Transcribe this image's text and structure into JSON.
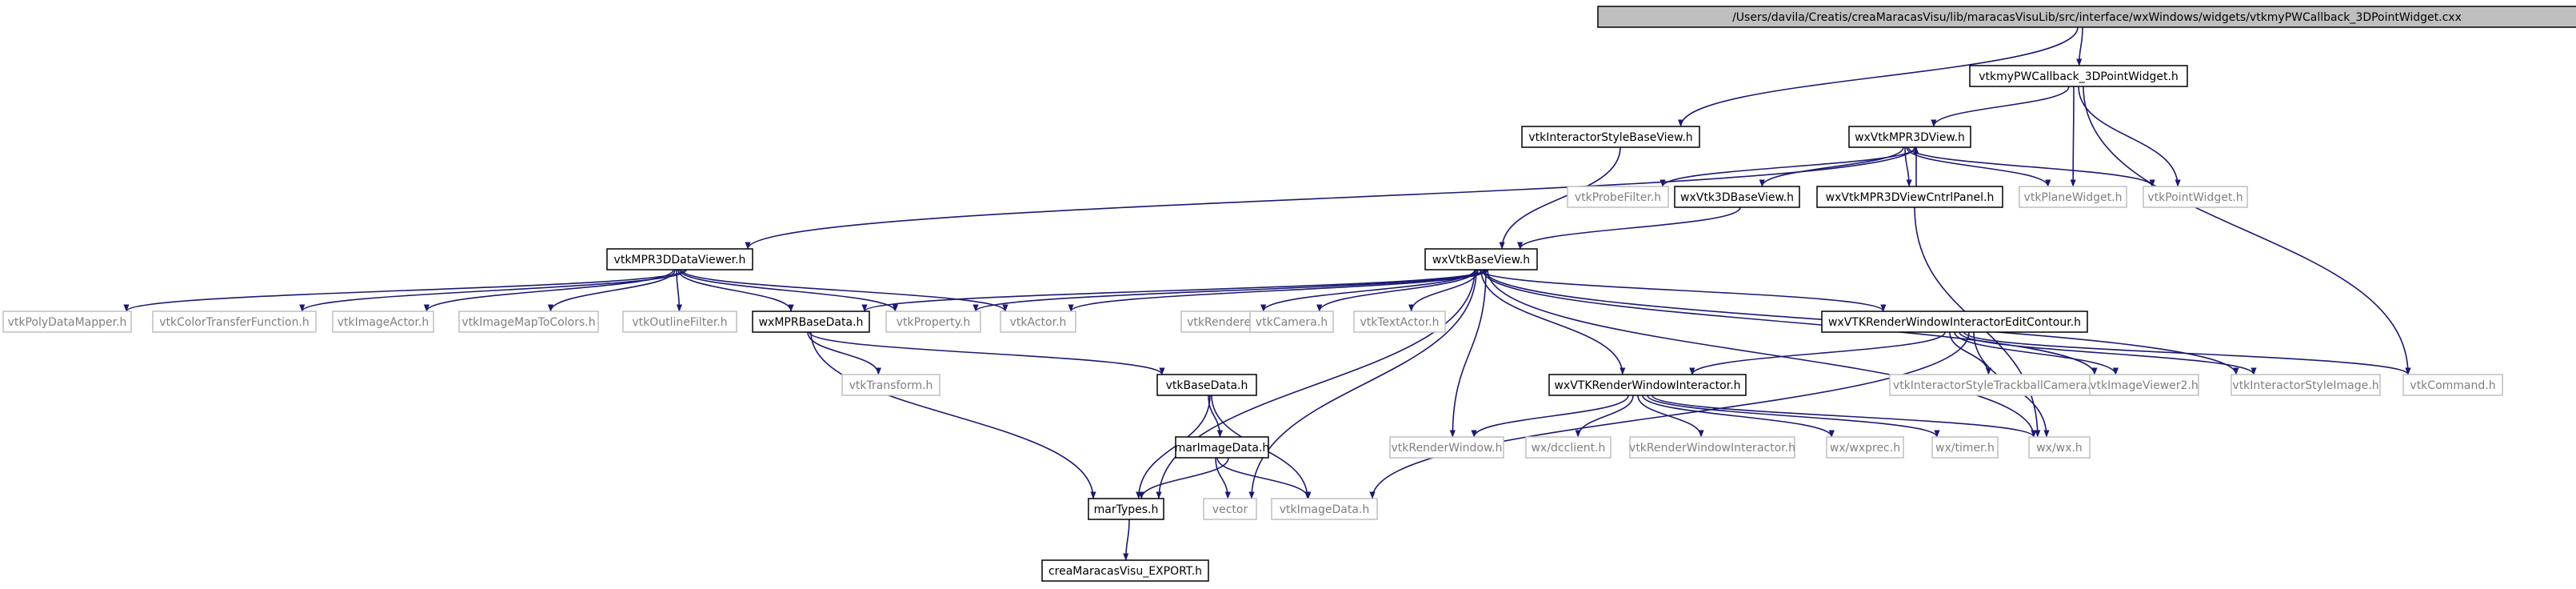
{
  "colors": {
    "edge": "#191970",
    "root_fill": "#bfbfbf",
    "doc_border": "#000000",
    "ext_border": "#bfbfbf",
    "ext_text": "#7f7f7f"
  },
  "nodes": [
    {
      "id": "root",
      "label": "/Users/davila/Creatis/creaMaracasVisu/lib/maracasVisuLib/src/interface/wxWindows/widgets/vtkmyPWCallback_3DPointWidget.cxx",
      "kind": "root"
    },
    {
      "id": "n_cb_h",
      "label": "vtkmyPWCallback_3DPointWidget.h",
      "kind": "doc"
    },
    {
      "id": "n_isbv",
      "label": "vtkInteractorStyleBaseView.h",
      "kind": "doc"
    },
    {
      "id": "n_mpr3dview",
      "label": "wxVtkMPR3DView.h",
      "kind": "doc"
    },
    {
      "id": "n_probe",
      "label": "vtkProbeFilter.h",
      "kind": "ext"
    },
    {
      "id": "n_wx3dbase",
      "label": "wxVtk3DBaseView.h",
      "kind": "doc"
    },
    {
      "id": "n_cntrl",
      "label": "wxVtkMPR3DViewCntrlPanel.h",
      "kind": "doc"
    },
    {
      "id": "n_plane",
      "label": "vtkPlaneWidget.h",
      "kind": "ext"
    },
    {
      "id": "n_pointw",
      "label": "vtkPointWidget.h",
      "kind": "ext"
    },
    {
      "id": "n_dataviewer",
      "label": "vtkMPR3DDataViewer.h",
      "kind": "doc"
    },
    {
      "id": "n_wxbase",
      "label": "wxVtkBaseView.h",
      "kind": "doc"
    },
    {
      "id": "n_polymap",
      "label": "vtkPolyDataMapper.h",
      "kind": "ext"
    },
    {
      "id": "n_ctf",
      "label": "vtkColorTransferFunction.h",
      "kind": "ext"
    },
    {
      "id": "n_imgactor",
      "label": "vtkImageActor.h",
      "kind": "ext"
    },
    {
      "id": "n_imgmap",
      "label": "vtkImageMapToColors.h",
      "kind": "ext"
    },
    {
      "id": "n_outline",
      "label": "vtkOutlineFilter.h",
      "kind": "ext"
    },
    {
      "id": "n_mprbase",
      "label": "wxMPRBaseData.h",
      "kind": "doc"
    },
    {
      "id": "n_prop",
      "label": "vtkProperty.h",
      "kind": "ext"
    },
    {
      "id": "n_actor",
      "label": "vtkActor.h",
      "kind": "ext"
    },
    {
      "id": "n_renderer",
      "label": "vtkRenderer.h",
      "kind": "ext"
    },
    {
      "id": "n_camera",
      "label": "vtkCamera.h",
      "kind": "ext"
    },
    {
      "id": "n_textactor",
      "label": "vtkTextActor.h",
      "kind": "ext"
    },
    {
      "id": "n_rwiec",
      "label": "wxVTKRenderWindowInteractorEditContour.h",
      "kind": "doc"
    },
    {
      "id": "n_transform",
      "label": "vtkTransform.h",
      "kind": "ext"
    },
    {
      "id": "n_basedata",
      "label": "vtkBaseData.h",
      "kind": "doc"
    },
    {
      "id": "n_rwi",
      "label": "wxVTKRenderWindowInteractor.h",
      "kind": "doc"
    },
    {
      "id": "n_istrack",
      "label": "vtkInteractorStyleTrackballCamera.h",
      "kind": "ext"
    },
    {
      "id": "n_imgviewer2",
      "label": "vtkImageViewer2.h",
      "kind": "ext"
    },
    {
      "id": "n_isimage",
      "label": "vtkInteractorStyleImage.h",
      "kind": "ext"
    },
    {
      "id": "n_command",
      "label": "vtkCommand.h",
      "kind": "ext"
    },
    {
      "id": "n_marimg",
      "label": "marImageData.h",
      "kind": "doc"
    },
    {
      "id": "n_renwin",
      "label": "vtkRenderWindow.h",
      "kind": "ext"
    },
    {
      "id": "n_dcclient",
      "label": "wx/dcclient.h",
      "kind": "ext"
    },
    {
      "id": "n_vtkrwi",
      "label": "vtkRenderWindowInteractor.h",
      "kind": "ext"
    },
    {
      "id": "n_wxprec",
      "label": "wx/wxprec.h",
      "kind": "ext"
    },
    {
      "id": "n_timer",
      "label": "wx/timer.h",
      "kind": "ext"
    },
    {
      "id": "n_wxwx",
      "label": "wx/wx.h",
      "kind": "ext"
    },
    {
      "id": "n_martypes",
      "label": "marTypes.h",
      "kind": "doc"
    },
    {
      "id": "n_vector",
      "label": "vector",
      "kind": "ext"
    },
    {
      "id": "n_imgdata",
      "label": "vtkImageData.h",
      "kind": "ext"
    },
    {
      "id": "n_export",
      "label": "creaMaracasVisu_EXPORT.h",
      "kind": "doc"
    }
  ],
  "edges": [
    [
      "root",
      "n_isbv"
    ],
    [
      "root",
      "n_cb_h"
    ],
    [
      "n_cb_h",
      "n_mpr3dview"
    ],
    [
      "n_cb_h",
      "n_plane"
    ],
    [
      "n_cb_h",
      "n_pointw"
    ],
    [
      "n_cb_h",
      "n_command"
    ],
    [
      "n_isbv",
      "n_wxbase"
    ],
    [
      "n_mpr3dview",
      "n_dataviewer"
    ],
    [
      "n_mpr3dview",
      "n_probe"
    ],
    [
      "n_mpr3dview",
      "n_wx3dbase"
    ],
    [
      "n_mpr3dview",
      "n_cntrl"
    ],
    [
      "n_mpr3dview",
      "n_plane"
    ],
    [
      "n_mpr3dview",
      "n_pointw"
    ],
    [
      "n_cntrl",
      "n_mpr3dview"
    ],
    [
      "n_cntrl",
      "n_wxwx"
    ],
    [
      "n_wx3dbase",
      "n_wxbase"
    ],
    [
      "n_dataviewer",
      "n_polymap"
    ],
    [
      "n_dataviewer",
      "n_ctf"
    ],
    [
      "n_dataviewer",
      "n_imgactor"
    ],
    [
      "n_dataviewer",
      "n_imgmap"
    ],
    [
      "n_dataviewer",
      "n_outline"
    ],
    [
      "n_dataviewer",
      "n_mprbase"
    ],
    [
      "n_dataviewer",
      "n_prop"
    ],
    [
      "n_dataviewer",
      "n_actor"
    ],
    [
      "n_wxbase",
      "n_mprbase"
    ],
    [
      "n_wxbase",
      "n_prop"
    ],
    [
      "n_wxbase",
      "n_actor"
    ],
    [
      "n_wxbase",
      "n_renderer"
    ],
    [
      "n_wxbase",
      "n_camera"
    ],
    [
      "n_wxbase",
      "n_textactor"
    ],
    [
      "n_wxbase",
      "n_rwiec"
    ],
    [
      "n_wxbase",
      "n_rwi"
    ],
    [
      "n_wxbase",
      "n_imgviewer2"
    ],
    [
      "n_wxbase",
      "n_isimage"
    ],
    [
      "n_wxbase",
      "n_renwin"
    ],
    [
      "n_wxbase",
      "n_wxwx"
    ],
    [
      "n_wxbase",
      "n_martypes"
    ],
    [
      "n_wxbase",
      "n_vector"
    ],
    [
      "n_mprbase",
      "n_transform"
    ],
    [
      "n_mprbase",
      "n_basedata"
    ],
    [
      "n_mprbase",
      "n_martypes"
    ],
    [
      "n_basedata",
      "n_marimg"
    ],
    [
      "n_basedata",
      "n_martypes"
    ],
    [
      "n_basedata",
      "n_imgdata"
    ],
    [
      "n_marimg",
      "n_martypes"
    ],
    [
      "n_marimg",
      "n_vector"
    ],
    [
      "n_marimg",
      "n_imgdata"
    ],
    [
      "n_rwiec",
      "n_rwi"
    ],
    [
      "n_rwiec",
      "n_istrack"
    ],
    [
      "n_rwiec",
      "n_imgviewer2"
    ],
    [
      "n_rwiec",
      "n_isimage"
    ],
    [
      "n_rwiec",
      "n_command"
    ],
    [
      "n_rwiec",
      "n_imgdata"
    ],
    [
      "n_rwiec",
      "n_wxwx"
    ],
    [
      "n_rwi",
      "n_renwin"
    ],
    [
      "n_rwi",
      "n_dcclient"
    ],
    [
      "n_rwi",
      "n_vtkrwi"
    ],
    [
      "n_rwi",
      "n_wxprec"
    ],
    [
      "n_rwi",
      "n_timer"
    ],
    [
      "n_rwi",
      "n_wxwx"
    ],
    [
      "n_martypes",
      "n_export"
    ]
  ]
}
